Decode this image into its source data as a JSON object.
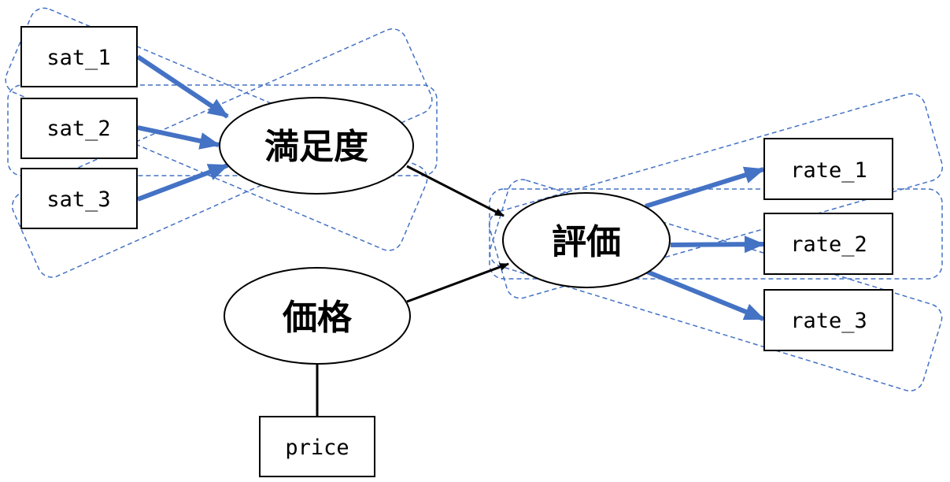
{
  "colors": {
    "accent": "#4472c4",
    "line": "#000000",
    "fill": "#ffffff"
  },
  "latent": {
    "satisfaction": "満足度",
    "evaluation": "評価",
    "price": "価格"
  },
  "observed": {
    "sat_1": "sat_1",
    "sat_2": "sat_2",
    "sat_3": "sat_3",
    "rate_1": "rate_1",
    "rate_2": "rate_2",
    "rate_3": "rate_3",
    "price": "price"
  }
}
